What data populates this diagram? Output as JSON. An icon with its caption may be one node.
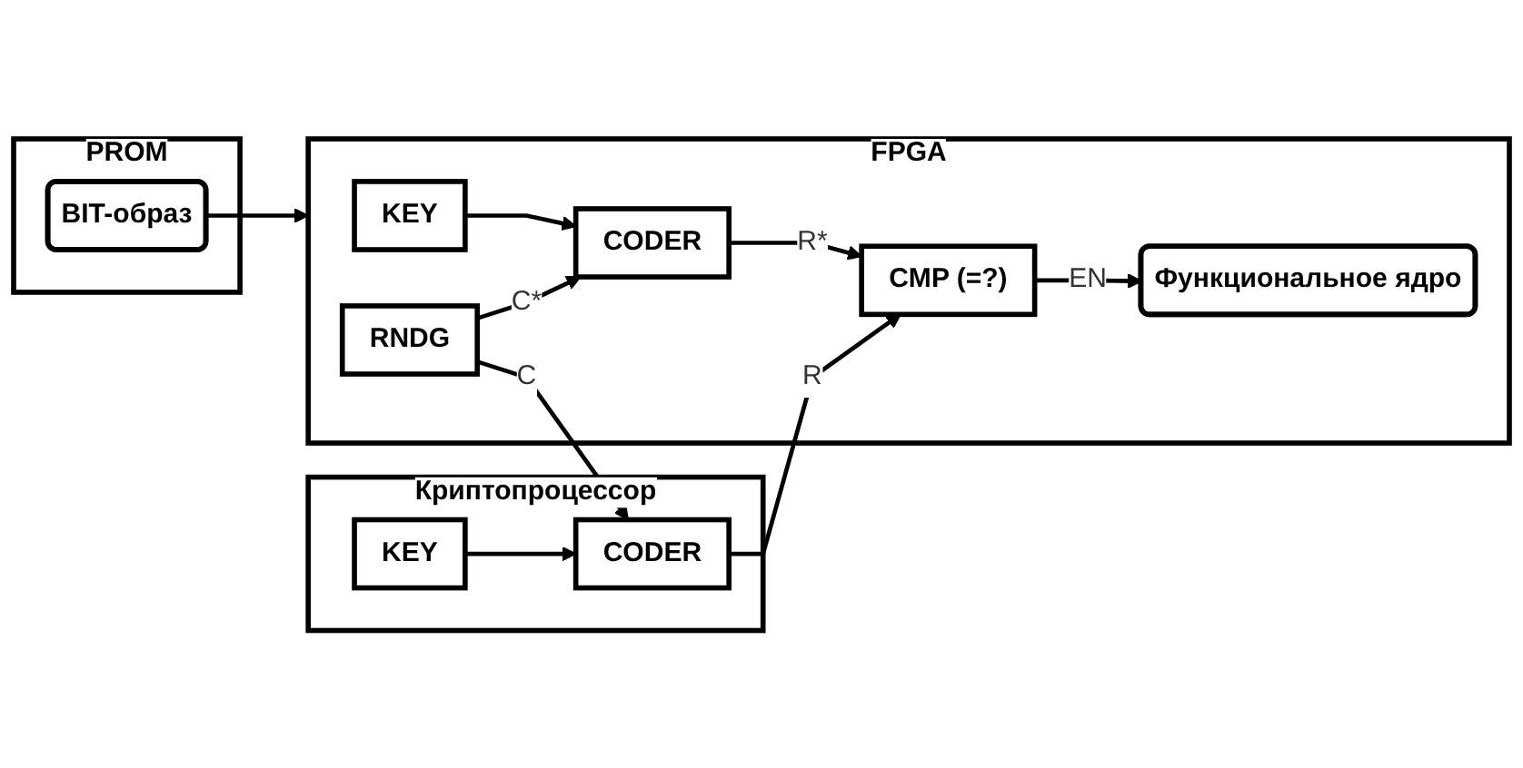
{
  "diagram": {
    "nodes": [
      {
        "text": [
          "PROM"
        ]
      },
      {
        "text": [
          "BIT-образ"
        ],
        "in": 0
      },
      {
        "text": [
          "FPGA"
        ]
      },
      {
        "text": [
          "KEY"
        ],
        "in": 2
      },
      {
        "text": [
          "RNDG"
        ],
        "in": 2
      },
      {
        "text": [
          "CODER"
        ],
        "in": 2
      },
      {
        "text": [
          "CMP (=?)"
        ],
        "in": 2
      },
      {
        "text": [
          "Функциональное ядро"
        ],
        "in": 2
      },
      {
        "text": [
          "Криптопроцессор"
        ]
      },
      {
        "text": [
          "CODER"
        ],
        "in": 8
      },
      {
        "text": [
          "KEY"
        ],
        "in": 8
      }
    ],
    "edges": [
      {
        "from": 1,
        "to": 2,
        "arrow": "to"
      },
      {
        "from": 3,
        "to": 5,
        "arrow": "to"
      },
      {
        "from": 4,
        "to": 5,
        "arrow": "to",
        "label": "C*"
      },
      {
        "from": 4,
        "to": 9,
        "arrow": "to",
        "label": "C"
      },
      {
        "from": 10,
        "to": 9,
        "arrow": "to"
      },
      {
        "from": 5,
        "to": 6,
        "arrow": "to",
        "label": "R*"
      },
      {
        "from": 9,
        "to": 6,
        "arrow": "to",
        "label": "R"
      },
      {
        "from": 6,
        "to": 7,
        "arrow": "to",
        "label": "EN"
      }
    ]
  }
}
